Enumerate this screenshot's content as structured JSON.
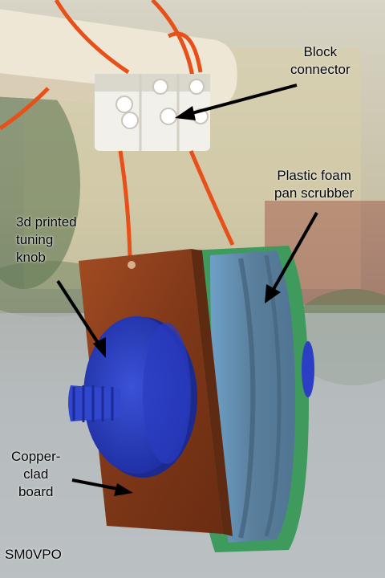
{
  "labels": {
    "block_connector": [
      "Block",
      "connector"
    ],
    "plastic_foam": [
      "Plastic foam",
      "pan scrubber"
    ],
    "tuning_knob": [
      "3d printed",
      "tuning",
      "knob"
    ],
    "copper_clad": [
      "Copper-",
      "clad",
      "board"
    ],
    "credit": "SM0VPO"
  },
  "colors": {
    "wire": "#e8501a",
    "copper": "#8a3d1e",
    "knob": "#2c3fc4",
    "foam_green": "#3f9a5e",
    "foam_blue": "#5d86a8",
    "connector": "#f2f0ea"
  }
}
